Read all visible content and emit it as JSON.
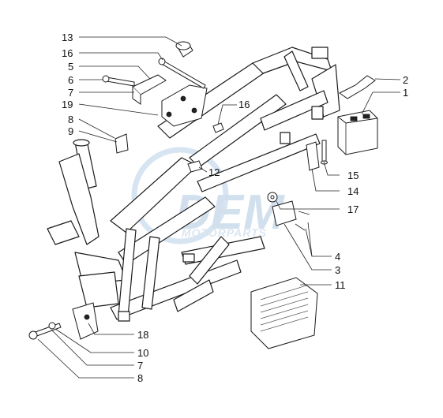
{
  "diagram": {
    "watermark": {
      "brand": "DEM",
      "sub": "MOTORPARTS"
    },
    "callouts": [
      {
        "id": "c13",
        "text": "13"
      },
      {
        "id": "c16a",
        "text": "16"
      },
      {
        "id": "c5",
        "text": "5"
      },
      {
        "id": "c6",
        "text": "6"
      },
      {
        "id": "c7a",
        "text": "7"
      },
      {
        "id": "c19",
        "text": "19"
      },
      {
        "id": "c8a",
        "text": "8"
      },
      {
        "id": "c9",
        "text": "9"
      },
      {
        "id": "c16b",
        "text": "16"
      },
      {
        "id": "c12",
        "text": "12"
      },
      {
        "id": "c2",
        "text": "2"
      },
      {
        "id": "c1",
        "text": "1"
      },
      {
        "id": "c15",
        "text": "15"
      },
      {
        "id": "c14",
        "text": "14"
      },
      {
        "id": "c17",
        "text": "17"
      },
      {
        "id": "c4",
        "text": "4"
      },
      {
        "id": "c3",
        "text": "3"
      },
      {
        "id": "c11",
        "text": "11"
      },
      {
        "id": "c18",
        "text": "18"
      },
      {
        "id": "c10",
        "text": "10"
      },
      {
        "id": "c7b",
        "text": "7"
      },
      {
        "id": "c8b",
        "text": "8"
      }
    ]
  }
}
